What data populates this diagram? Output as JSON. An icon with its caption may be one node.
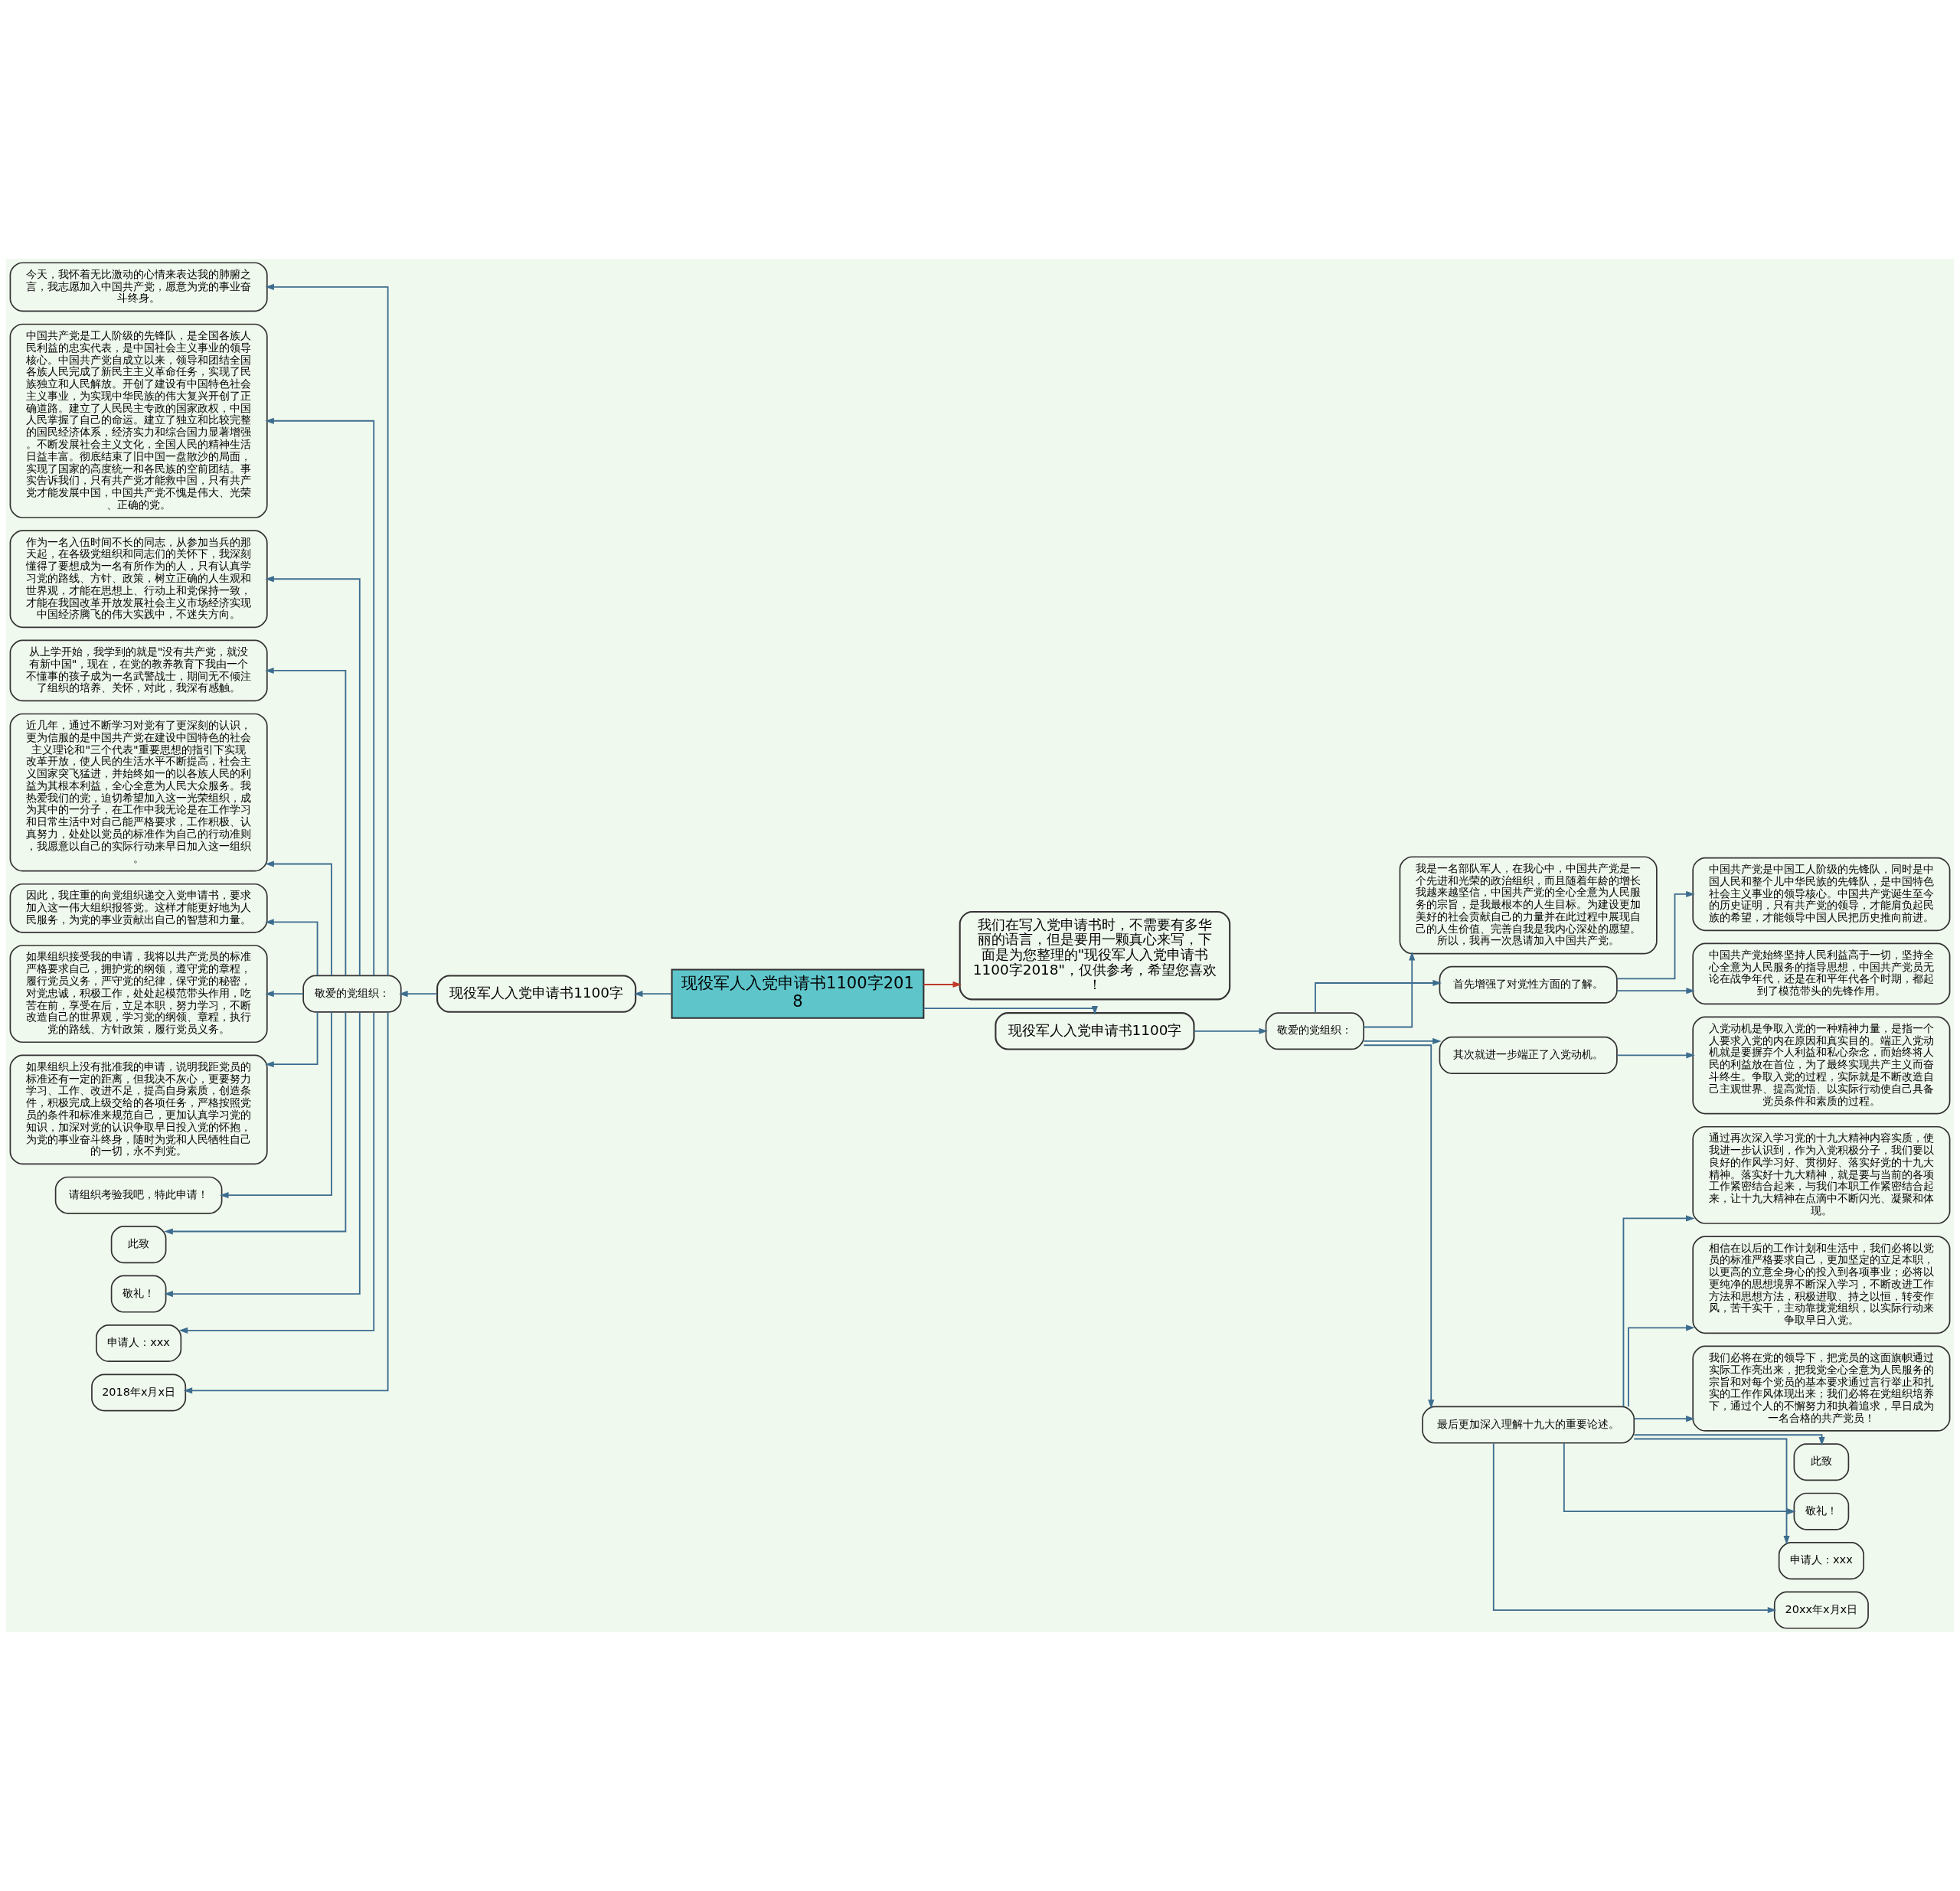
{
  "diagram": {
    "nodes": [
      {
        "text": [
          "现役军人入党申请书1100字2018"
        ]
      },
      {
        "text": [
          "我们在写入党申请书时，不需要有多华丽的语言，但是要用一颗真心来写，下面是为您整理的\"现役军人入党申请书1100字2018\"，仅供参考，希望您喜欢！"
        ]
      },
      {
        "text": [
          "现役军人入党申请书1100字"
        ]
      },
      {
        "text": [
          "敬爱的党组织："
        ]
      },
      {
        "text": [
          "我是一名部队军人，在我心中，中国共产党是一个先进和光荣的政治组织，而且随着年龄的增长我越来越坚信，中国共产党的全心全意为人民服务的宗旨，是我最根本的人生目标。为建设更加美好的社会贡献自己的力量并在此过程中展现自己的人生价值、完善自我是我内心深处的愿望。所以，我再一次恳请加入中国共产党。"
        ]
      },
      {
        "text": [
          "首先增强了对党性方面的了解。"
        ]
      },
      {
        "text": [
          "中国共产党是中国工人阶级的先锋队，同时是中国人民和整个儿中华民族的先锋队，是中国特色社会主义事业的领导核心。中国共产党诞生至今的历史证明，只有共产党的领导，才能肩负起民族的希望，才能领导中国人民把历史推向前进。"
        ]
      },
      {
        "text": [
          "中国共产党始终坚持人民利益高于一切，坚持全心全意为人民服务的指导思想，中国共产党员无论在战争年代，还是在和平年代各个时期，都起到了模范带头的先锋作用。"
        ]
      },
      {
        "text": [
          "其次就进一步端正了入党动机。"
        ]
      },
      {
        "text": [
          "入党动机是争取入党的一种精神力量，是指一个人要求入党的内在原因和真实目的。端正入党动机就是要摒弃个人利益和私心杂念，而始终将人民的利益放在首位，为了最终实现共产主义而奋斗终生。争取入党的过程，实际就是不断改造自己主观世界、提高觉悟、以实际行动使自己具备党员条件和素质的过程。"
        ]
      },
      {
        "text": [
          "最后更加深入理解十九大的重要论述。"
        ]
      },
      {
        "text": [
          "通过再次深入学习党的十九大精神内容实质，使我进一步认识到，作为入党积极分子，我们要以良好的作风学习好、贯彻好、落实好党的十九大精神。落实好十九大精神，就是要与当前的各项工作紧密结合起来，与我们本职工作紧密结合起来，让十九大精神在点滴中不断闪光、凝聚和体现。"
        ]
      },
      {
        "text": [
          "相信在以后的工作计划和生活中，我们必将以党员的标准严格要求自己，更加坚定的立足本职，以更高的立意全身心的投入到各项事业；必将以更纯净的思想境界不断深入学习，不断改进工作方法和思想方法，积极进取、持之以恒，转变作风，苦干实干，主动靠拢党组织，以实际行动来争取早日入党。"
        ]
      },
      {
        "text": [
          "我们必将在党的领导下，把党员的这面旗帜通过实际工作亮出来，把我党全心全意为人民服务的宗旨和对每个党员的基本要求通过言行举止和扎实的工作作风体现出来；我们必将在党组织培养下，通过个人的不懈努力和执着追求，早日成为一名合格的共产党员！"
        ]
      },
      {
        "text": [
          "此致"
        ]
      },
      {
        "text": [
          "敬礼！"
        ]
      },
      {
        "text": [
          "申请人：xxx"
        ]
      },
      {
        "text": [
          "20xx年x月x日"
        ]
      },
      {
        "text": [
          "现役军人入党申请书1100字"
        ]
      },
      {
        "text": [
          "敬爱的党组织："
        ]
      },
      {
        "text": [
          "今天，我怀着无比激动的心情来表达我的肺腑之言，我志愿加入中国共产党，愿意为党的事业奋斗终身。"
        ]
      },
      {
        "text": [
          "中国共产党是工人阶级的先锋队，是全国各族人民利益的忠实代表，是中国社会主义事业的领导核心。中国共产党自成立以来，领导和团结全国各族人民完成了新民主主义革命任务，实现了民族独立和人民解放。开创了建设有中国特色社会主义事业，为实现中华民族的伟大复兴开创了正确道路。建立了人民民主专政的国家政权，中国人民掌握了自己的命运。建立了独立和比较完整的国民经济体系，经济实力和综合国力显著增强。不断发展社会主义文化，全国人民的精神生活日益丰富。彻底结束了旧中国一盘散沙的局面，实现了国家的高度统一和各民族的空前团结。事实告诉我们，只有共产党才能救中国，只有共产党才能发展中国，中国共产党不愧是伟大、光荣、正确的党。"
        ]
      },
      {
        "text": [
          "作为一名入伍时间不长的同志，从参加当兵的那天起，在各级党组织和同志们的关怀下，我深刻懂得了要想成为一名有所作为的人，只有认真学习党的路线、方针、政策，树立正确的人生观和世界观，才能在思想上、行动上和党保持一致，才能在我国改革开放发展社会主义市场经济实现中国经济腾飞的伟大实践中，不迷失方向。"
        ]
      },
      {
        "text": [
          "从上学开始，我学到的就是\"没有共产党，就没有新中国\"，现在，在党的教养教育下我由一个不懂事的孩子成为一名武警战士，期间无不倾注了组织的培养、关怀，对此，我深有感触。"
        ]
      },
      {
        "text": [
          "近几年，通过不断学习对党有了更深刻的认识，更为信服的是中国共产党在建设中国特色的社会主义理论和\"三个代表\"重要思想的指引下实现改革开放，使人民的生活水平不断提高，社会主义国家突飞猛进，并始终如一的以各族人民的利益为其根本利益，全心全意为人民大众服务。我热爱我们的党，迫切希望加入这一光荣组织，成为其中的一分子，在工作中我无论是在工作学习和日常生活中对自己能严格要求，工作积极、认真努力，处处以党员的标准作为自己的行动准则，我愿意以自己的实际行动来早日加入这一组织。"
        ]
      },
      {
        "text": [
          "因此，我庄重的向党组织递交入党申请书，要求加入这一伟大组织报答党。这样才能更好地为人民服务，为党的事业贡献出自己的智慧和力量。"
        ]
      },
      {
        "text": [
          "如果组织接受我的申请，我将以共产党员的标准严格要求自己，拥护党的纲领，遵守党的章程，履行党员义务，严守党的纪律，保守党的秘密，对党忠诚，积极工作，处处起模范带头作用，吃苦在前，享受在后，立足本职，努力学习，不断改造自己的世界观，学习党的纲领、章程，执行党的路线、方针政策，履行党员义务。"
        ]
      },
      {
        "text": [
          "如果组织上没有批准我的申请，说明我距党员的标准还有一定的距离，但我决不灰心，更要努力学习、工作、改进不足，提高自身素质，创造条件，积极完成上级交给的各项任务，严格按照党员的条件和标准来规范自己，更加认真学习党的知识，加深对党的认识争取早日投入党的怀抱，为党的事业奋斗终身，随时为党和人民牺牲自己的一切，永不判党。"
        ]
      },
      {
        "text": [
          "请组织考验我吧，特此申请！"
        ]
      },
      {
        "text": [
          "此致"
        ]
      },
      {
        "text": [
          "敬礼！"
        ]
      },
      {
        "text": [
          "申请人：xxx"
        ]
      },
      {
        "text": [
          "2018年x月x日"
        ]
      }
    ],
    "edges": [
      {
        "from": 0,
        "to": 1,
        "arrow": "to",
        "color": "#c0392b"
      },
      {
        "from": 0,
        "to": 2,
        "arrow": "to"
      },
      {
        "from": 2,
        "to": 3,
        "arrow": "to"
      },
      {
        "from": 3,
        "to": 4,
        "arrow": "to"
      },
      {
        "from": 3,
        "to": 5,
        "arrow": "to"
      },
      {
        "from": 5,
        "to": 6,
        "arrow": "to"
      },
      {
        "from": 5,
        "to": 7,
        "arrow": "to"
      },
      {
        "from": 3,
        "to": 8,
        "arrow": "to"
      },
      {
        "from": 8,
        "to": 9,
        "arrow": "to"
      },
      {
        "from": 3,
        "to": 10,
        "arrow": "to"
      },
      {
        "from": 10,
        "to": 11,
        "arrow": "to"
      },
      {
        "from": 10,
        "to": 12,
        "arrow": "to"
      },
      {
        "from": 10,
        "to": 13,
        "arrow": "to"
      },
      {
        "from": 10,
        "to": 14,
        "arrow": "to"
      },
      {
        "from": 10,
        "to": 15,
        "arrow": "to"
      },
      {
        "from": 10,
        "to": 16,
        "arrow": "to"
      },
      {
        "from": 10,
        "to": 17,
        "arrow": "to"
      },
      {
        "from": 0,
        "to": 18,
        "arrow": "to"
      },
      {
        "from": 18,
        "to": 19,
        "arrow": "to"
      },
      {
        "from": 19,
        "to": 20,
        "arrow": "to"
      },
      {
        "from": 19,
        "to": 21,
        "arrow": "to"
      },
      {
        "from": 19,
        "to": 22,
        "arrow": "to"
      },
      {
        "from": 19,
        "to": 23,
        "arrow": "to"
      },
      {
        "from": 19,
        "to": 24,
        "arrow": "to"
      },
      {
        "from": 19,
        "to": 25,
        "arrow": "to"
      },
      {
        "from": 19,
        "to": 26,
        "arrow": "to"
      },
      {
        "from": 19,
        "to": 27,
        "arrow": "to"
      },
      {
        "from": 19,
        "to": 28,
        "arrow": "to"
      },
      {
        "from": 19,
        "to": 29,
        "arrow": "to"
      },
      {
        "from": 19,
        "to": 30,
        "arrow": "to"
      },
      {
        "from": 19,
        "to": 31,
        "arrow": "to"
      },
      {
        "from": 19,
        "to": 32,
        "arrow": "to"
      }
    ]
  }
}
